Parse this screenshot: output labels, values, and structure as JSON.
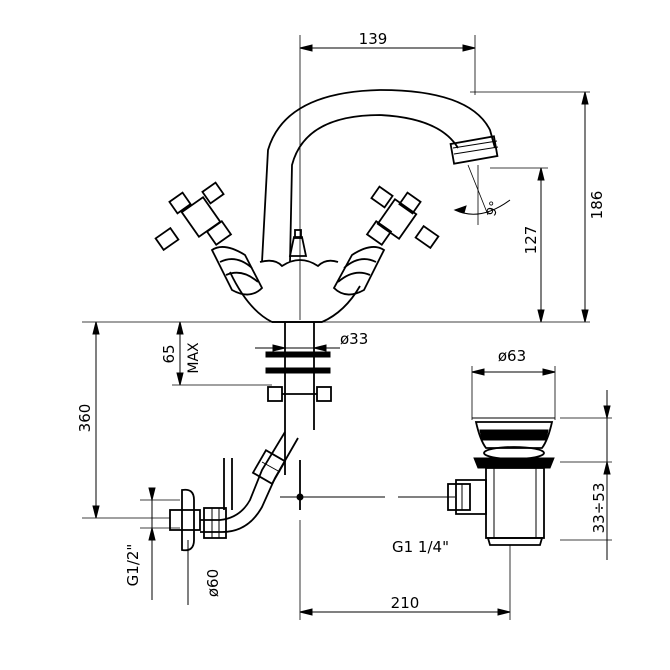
{
  "dimensions": {
    "spout_reach": "139",
    "total_height": "186",
    "outlet_height": "127",
    "spout_angle": "9°",
    "hole_diameter": "ø33",
    "deck_thickness_max": "65",
    "max_label": "MAX",
    "shank_length": "360",
    "waste_diameter": "ø63",
    "waste_range": "33÷53",
    "inlet_thread": "G1/2\"",
    "waste_thread": "G1  1/4\"",
    "rosette_diameter": "ø60",
    "center_distance": "210"
  },
  "colors": {
    "line": "#000000",
    "background": "#ffffff"
  }
}
